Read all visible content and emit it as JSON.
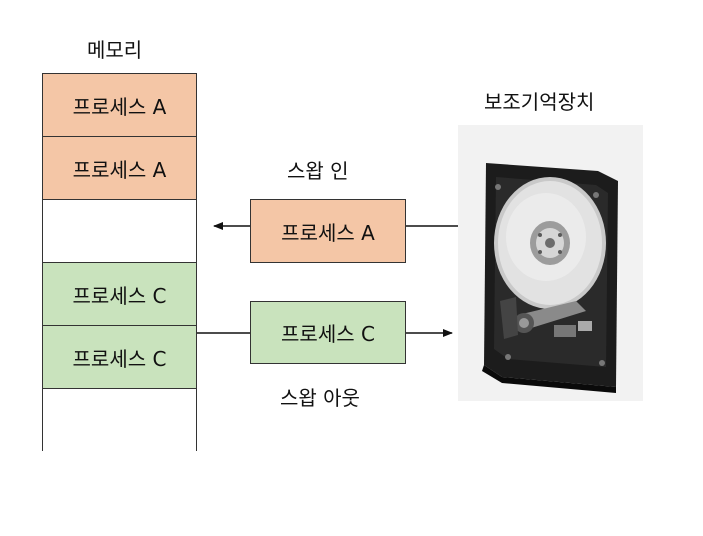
{
  "memory": {
    "title": "메모리",
    "slots": [
      {
        "label": "프로세스 A",
        "state": "process-a"
      },
      {
        "label": "프로세스 A",
        "state": "process-a"
      },
      {
        "label": "",
        "state": "empty"
      },
      {
        "label": "프로세스 C",
        "state": "process-c"
      },
      {
        "label": "프로세스 C",
        "state": "process-c"
      },
      {
        "label": "",
        "state": "empty"
      }
    ]
  },
  "storage": {
    "title": "보조기억장치",
    "icon": "hard-disk-drive-icon"
  },
  "swap_in": {
    "label": "스왑 인",
    "process": "프로세스 A",
    "direction": "storage-to-memory"
  },
  "swap_out": {
    "label": "스왑 아웃",
    "process": "프로세스 C",
    "direction": "memory-to-storage"
  },
  "colors": {
    "process_a": "#f4c6a6",
    "process_c": "#c9e3bd",
    "border": "#333333"
  }
}
